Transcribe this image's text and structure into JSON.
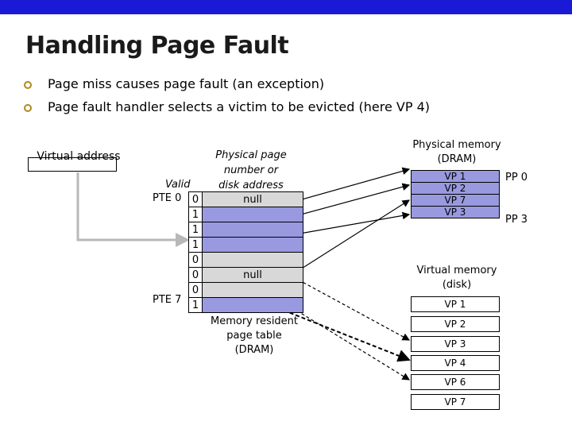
{
  "title": "Handling Page Fault",
  "bullets": [
    "Page miss causes page fault (an exception)",
    "Page fault handler selects a victim to be evicted (here VP 4)"
  ],
  "virtual_address_label": "Virtual address",
  "page_table": {
    "column_valid": "Valid",
    "column_addr_line1": "Physical page",
    "column_addr_line2": "number or",
    "column_addr_line3": "disk address",
    "pte_first_label": "PTE 0",
    "pte_last_label": "PTE 7",
    "valid_bits": [
      "0",
      "1",
      "1",
      "1",
      "0",
      "0",
      "0",
      "1"
    ],
    "addr_text": [
      "null",
      "",
      "",
      "",
      "",
      "null",
      "",
      ""
    ],
    "caption_line1": "Memory resident",
    "caption_line2": "page table",
    "caption_line3": "(DRAM)"
  },
  "physical_memory": {
    "title_line1": "Physical memory",
    "title_line2": "(DRAM)",
    "pages": [
      "VP 1",
      "VP 2",
      "VP 7",
      "VP 3"
    ],
    "pp0_label": "PP 0",
    "pp3_label": "PP 3"
  },
  "virtual_memory": {
    "title_line1": "Virtual memory",
    "title_line2": "(disk)",
    "pages": [
      "VP 1",
      "VP 2",
      "VP 3",
      "VP 4",
      "VP 6",
      "VP 7"
    ]
  },
  "colors": {
    "top_bar": "#1a1ad6",
    "resident": "#9999e0",
    "non_resident": "#d8d8d8",
    "highlight_arrow": "#b8b8b8",
    "bullet": "#b08a1e"
  }
}
